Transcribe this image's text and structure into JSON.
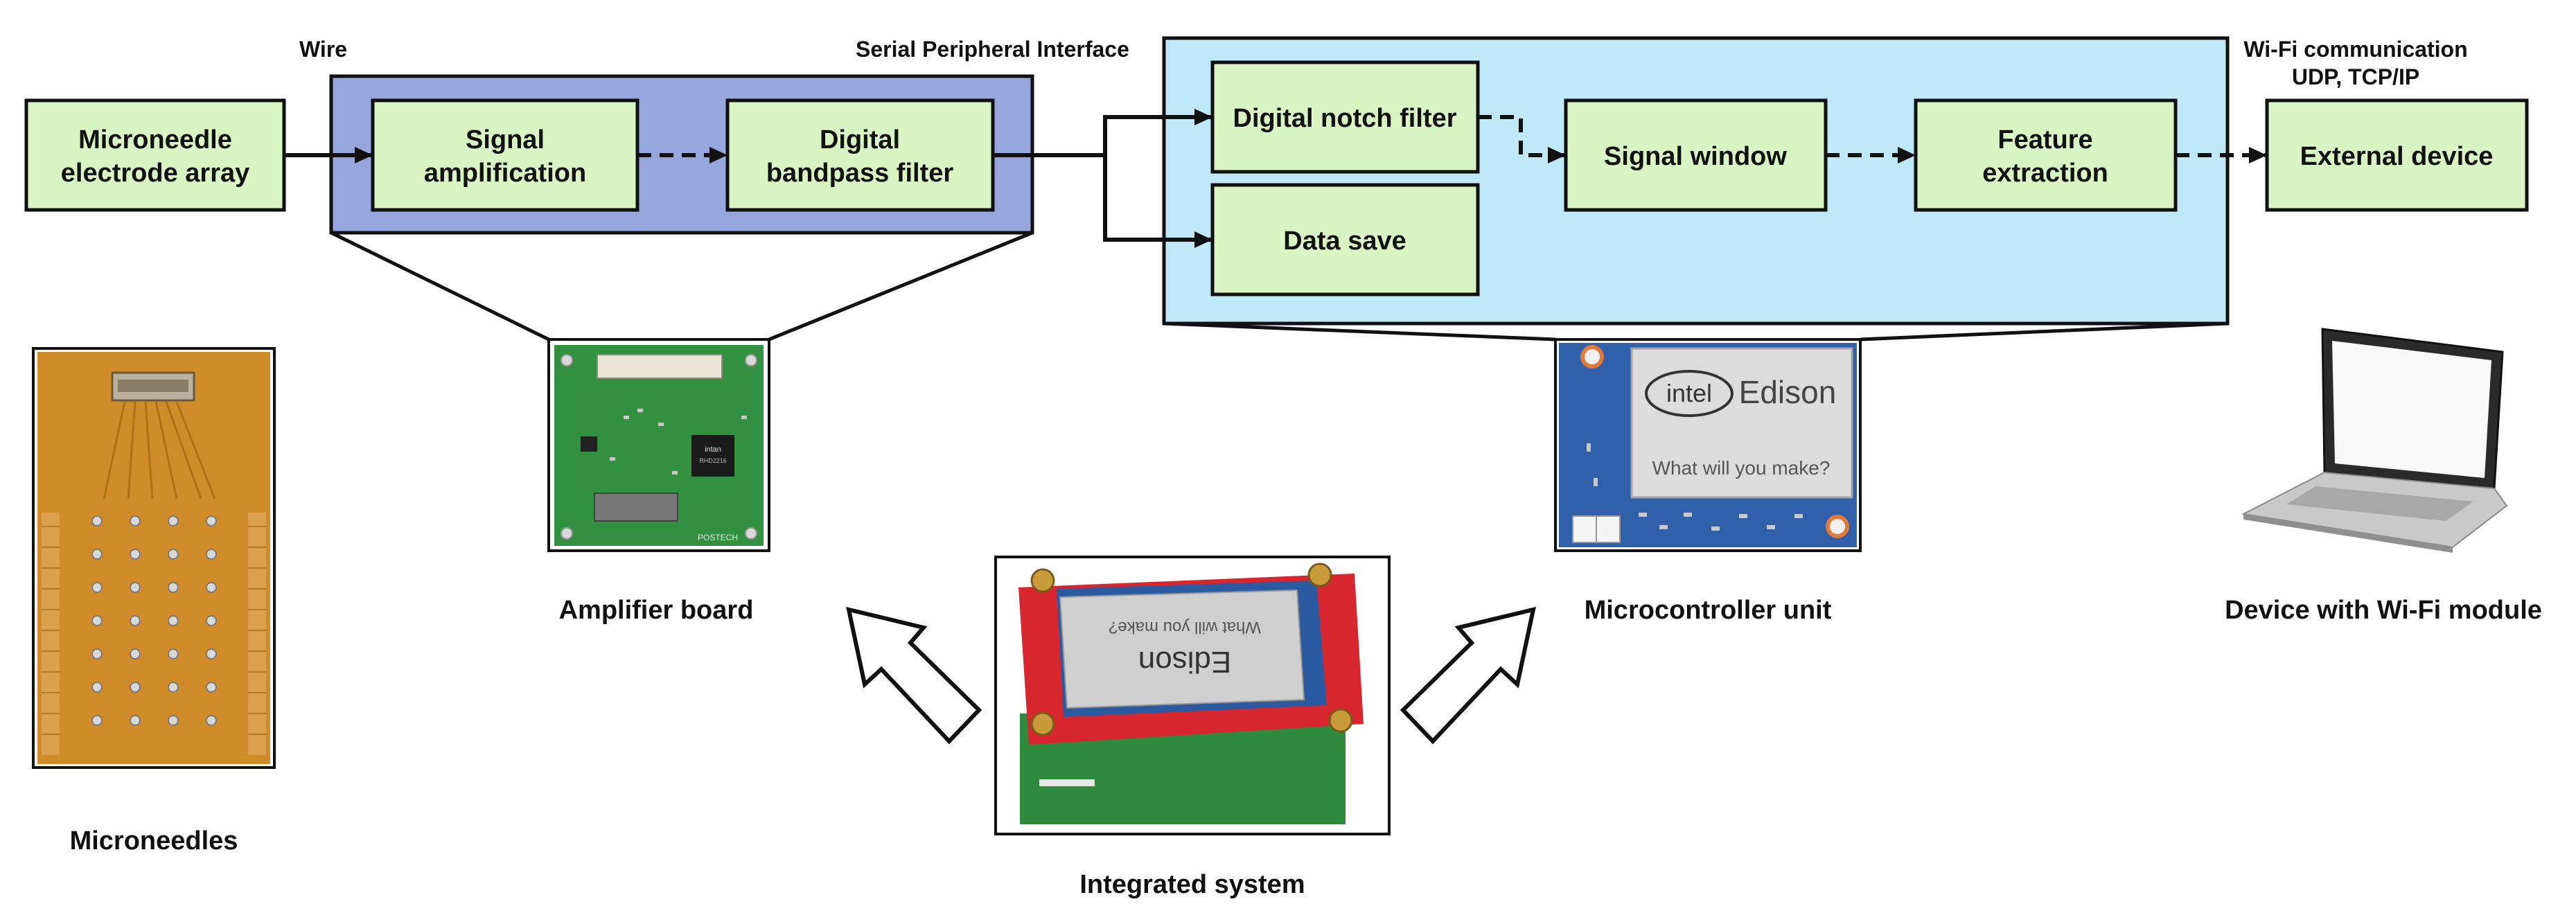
{
  "colors": {
    "box_fill": "#d9f5c4",
    "amp_group_fill": "#97a7de",
    "mcu_group_fill": "#bfe9f9",
    "pcb_green": "#2e8a3c",
    "pcb_blue": "#2c5aa0",
    "flex_orange": "#c8821c",
    "board_red": "#d8262e"
  },
  "labels": {
    "wire": "Wire",
    "spi": "Serial Peripheral Interface",
    "wifi_line1": "Wi-Fi communication",
    "wifi_line2": "UDP, TCP/IP"
  },
  "boxes": {
    "electrode_line1": "Microneedle",
    "electrode_line2": "electrode array",
    "amp_line1": "Signal",
    "amp_line2": "amplification",
    "bandpass_line1": "Digital",
    "bandpass_line2": "bandpass filter",
    "notch": "Digital notch filter",
    "datasave": "Data save",
    "window": "Signal window",
    "feature_line1": "Feature",
    "feature_line2": "extraction",
    "external": "External device"
  },
  "captions": {
    "microneedles": "Microneedles",
    "amplifier": "Amplifier board",
    "integrated": "Integrated system",
    "mcu": "Microcontroller unit",
    "device": "Device with Wi-Fi module"
  },
  "photo_text": {
    "intel": "intel",
    "edison": "Edison",
    "tagline": "What will you make?",
    "postech": "POSTECH"
  }
}
